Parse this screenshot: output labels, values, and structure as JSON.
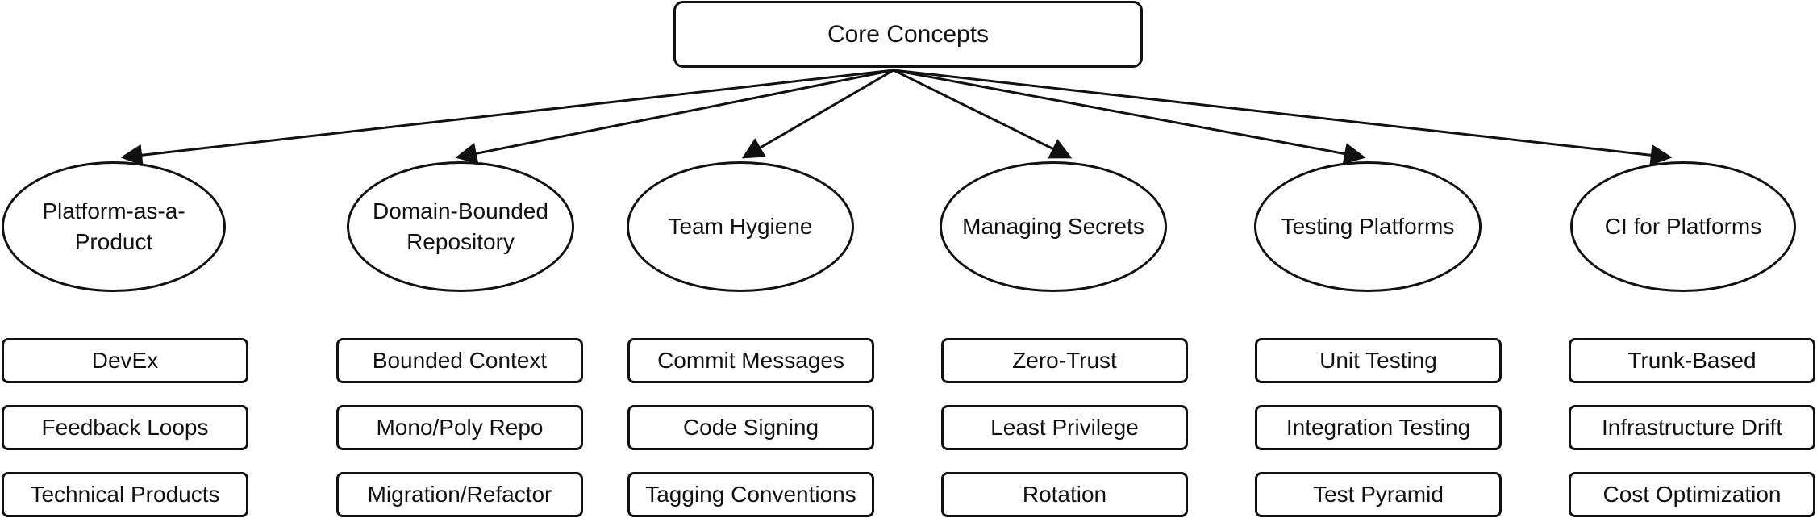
{
  "root": {
    "label": "Core Concepts"
  },
  "concepts": [
    {
      "label": "Platform-as-a-Product",
      "leaves": [
        "DevEx",
        "Feedback Loops",
        "Technical Products"
      ]
    },
    {
      "label": "Domain-Bounded Repository",
      "leaves": [
        "Bounded Context",
        "Mono/Poly Repo",
        "Migration/Refactor"
      ]
    },
    {
      "label": "Team Hygiene",
      "leaves": [
        "Commit Messages",
        "Code Signing",
        "Tagging Conventions"
      ]
    },
    {
      "label": "Managing Secrets",
      "leaves": [
        "Zero-Trust",
        "Least Privilege",
        "Rotation"
      ]
    },
    {
      "label": "Testing Platforms",
      "leaves": [
        "Unit Testing",
        "Integration Testing",
        "Test Pyramid"
      ]
    },
    {
      "label": "CI for Platforms",
      "leaves": [
        "Trunk-Based",
        "Infrastructure Drift",
        "Cost Optimization"
      ]
    }
  ],
  "colors": {
    "stroke": "#111111",
    "background": "#ffffff"
  }
}
